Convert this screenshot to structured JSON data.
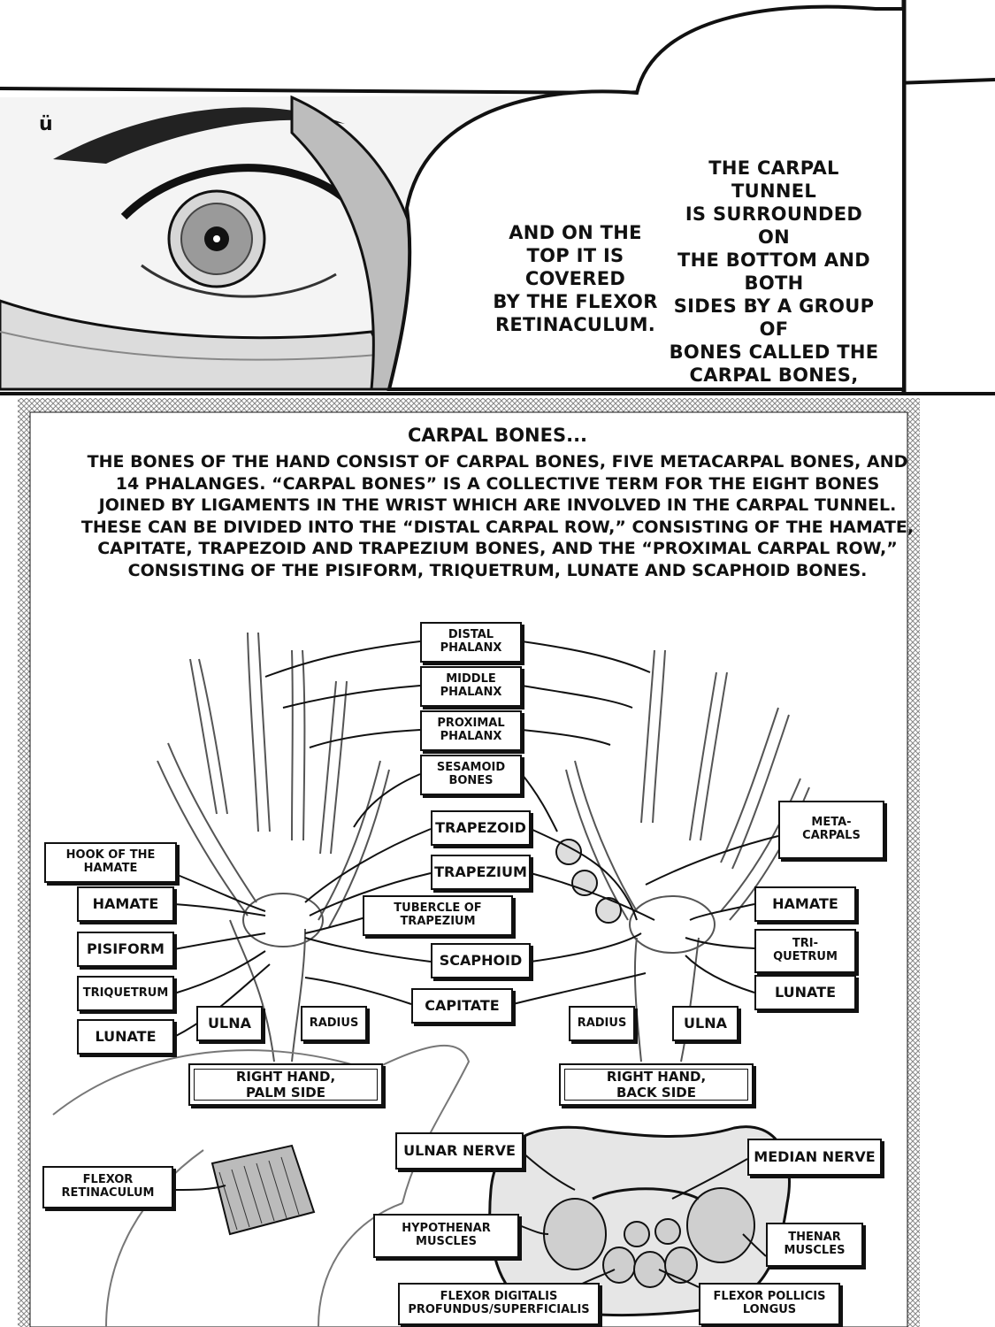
{
  "panel_top": {
    "sfx": "ü",
    "bubble_right": "THE CARPAL TUNNEL\nIS SURROUNDED ON\nTHE BOTTOM AND BOTH\nSIDES BY A GROUP OF\nBONES CALLED THE\nCARPAL BONES,",
    "bubble_left": "AND ON THE\nTOP IT IS COVERED\nBY THE FLEXOR\nRETINACULUM."
  },
  "info": {
    "title": "CARPAL BONES...",
    "body": "THE BONES OF THE HAND CONSIST OF CARPAL BONES, FIVE METACARPAL BONES, AND 14 PHALANGES. “CARPAL BONES” IS A COLLECTIVE TERM FOR THE EIGHT BONES JOINED BY LIGAMENTS IN THE WRIST WHICH ARE INVOLVED IN THE CARPAL TUNNEL. THESE CAN BE DIVIDED INTO THE “DISTAL CARPAL ROW,” CONSISTING OF THE HAMATE, CAPITATE, TRAPEZOID AND TRAPEZIUM BONES, AND THE “PROXIMAL CARPAL ROW,” CONSISTING OF THE PISIFORM, TRIQUETRUM, LUNATE AND SCAPHOID BONES."
  },
  "labels": {
    "distal_phalanx": "DISTAL\nPHALANX",
    "middle_phalanx": "MIDDLE\nPHALANX",
    "proximal_phalanx": "PROXIMAL\nPHALANX",
    "sesamoid_bones": "SESAMOID\nBONES",
    "trapezoid": "TRAPEZOID",
    "trapezium": "TRAPEZIUM",
    "tubercle_of_trapezium": "TUBERCLE OF\nTRAPEZIUM",
    "scaphoid": "SCAPHOID",
    "capitate": "CAPITATE",
    "hook_of_the_hamate": "HOOK OF THE\nHAMATE",
    "hamate_left": "HAMATE",
    "pisiform": "PISIFORM",
    "triquetrum_left": "TRIQUETRUM",
    "lunate_left": "LUNATE",
    "ulna_left": "ULNA",
    "radius_left": "RADIUS",
    "radius_right": "RADIUS",
    "ulna_right": "ULNA",
    "metacarpals": "META-\nCARPALS",
    "hamate_right": "HAMATE",
    "triquetrum_right": "TRI-\nQUETRUM",
    "lunate_right": "LUNATE",
    "caption_palm": "RIGHT HAND,\nPALM SIDE",
    "caption_back": "RIGHT HAND,\nBACK SIDE",
    "ulnar_nerve": "ULNAR NERVE",
    "median_nerve": "MEDIAN NERVE",
    "flexor_retinaculum": "FLEXOR\nRETINACULUM",
    "hypothenar_muscles": "HYPOTHENAR\nMUSCLES",
    "thenar_muscles": "THENAR\nMUSCLES",
    "flexor_digitalis": "FLEXOR DIGITALIS\nPROFUNDUS/SUPERFICIALIS",
    "flexor_pollicis_longus": "FLEXOR POLLICIS\nLONGUS"
  }
}
